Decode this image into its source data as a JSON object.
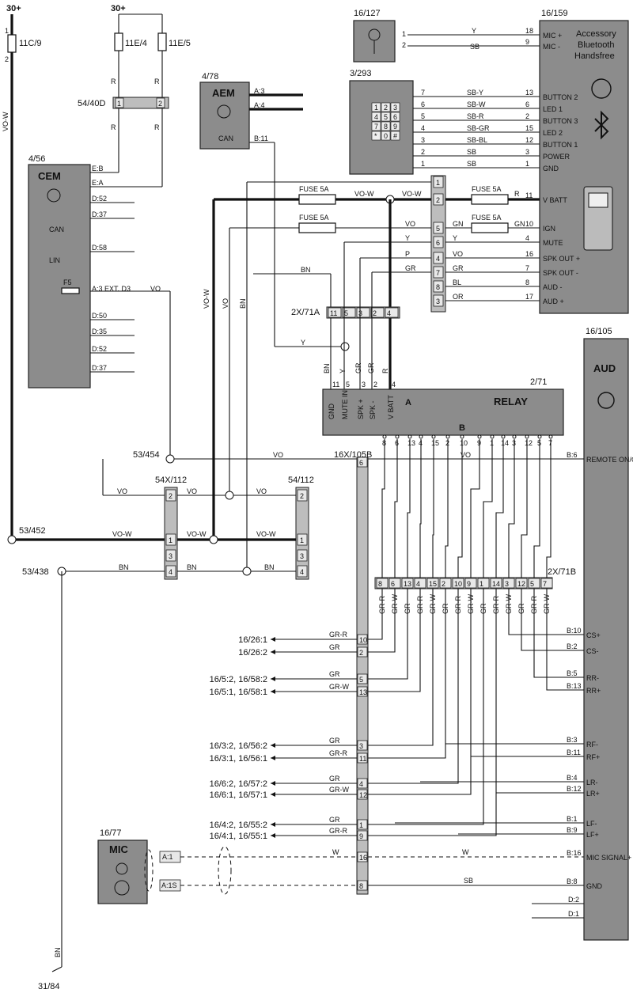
{
  "supply": {
    "left": "30+",
    "mid": "30+"
  },
  "fuses_top": {
    "f1": "11C/9",
    "f2": "11E/4",
    "f3": "11E/5",
    "p1": "1",
    "p2": "2"
  },
  "labels_wire": {
    "vow": "VO-W",
    "r": "R",
    "vo": "VO",
    "bn": "BN",
    "y": "Y",
    "sb": "SB",
    "gr": "GR",
    "gn": "GN",
    "p": "P",
    "bl": "BL",
    "or": "OR",
    "w": "W",
    "grr": "GR-R",
    "grw": "GR-W"
  },
  "conn_54_40d": "54/40D",
  "cem": {
    "id": "4/56",
    "name": "CEM",
    "can": "CAN",
    "lin": "LIN",
    "f5": "F5",
    "ext": "A:3  EXT. D3",
    "pins": [
      "E:B",
      "E:A",
      "D:52",
      "D:37",
      "D:58",
      "D:50",
      "D:35",
      "D:52",
      "D:37"
    ]
  },
  "aem": {
    "id": "4/78",
    "name": "AEM",
    "can": "CAN",
    "pins": [
      "A:3",
      "A:4",
      "B:11"
    ]
  },
  "mic_top": {
    "id": "16/127",
    "pins": [
      "1",
      "2"
    ]
  },
  "keypad": {
    "id": "3/293",
    "keys": [
      "1",
      "2",
      "3",
      "4",
      "5",
      "6",
      "7",
      "8",
      "9",
      "*",
      "0",
      "#"
    ],
    "pins": [
      "7",
      "6",
      "5",
      "4",
      "3",
      "2",
      "1"
    ]
  },
  "handsfree": {
    "id": "16/159",
    "title1": "Accessory",
    "title2": "Bluetooth",
    "title3": "Handsfree",
    "pins": [
      "MIC +",
      "MIC -",
      "BUTTON 2",
      "LED 1",
      "BUTTON 3",
      "LED 2",
      "BUTTON 1",
      "POWER",
      "GND",
      "V BATT",
      "IGN",
      "MUTE",
      "SPK OUT +",
      "SPK OUT -",
      "AUD -",
      "AUD +"
    ],
    "nums": [
      "18",
      "9",
      "13",
      "6",
      "2",
      "15",
      "12",
      "3",
      "1",
      "11",
      "10",
      "4",
      "16",
      "7",
      "8",
      "17"
    ]
  },
  "kp_wires": [
    "SB-Y",
    "SB-W",
    "SB-R",
    "SB-GR",
    "SB-BL",
    "SB",
    "SB"
  ],
  "fuse5a": "FUSE 5A",
  "conn_col": [
    "1",
    "2",
    "5",
    "6",
    "4",
    "7",
    "8",
    "3"
  ],
  "c2x71a": {
    "id": "2X/71A",
    "pins": [
      "11",
      "5",
      "3",
      "2",
      "4"
    ]
  },
  "relay": {
    "id": "2/71",
    "name": "RELAY",
    "a": "A",
    "b": "B",
    "top": [
      "GND",
      "MUTE IN",
      "SPK +",
      "SPK -",
      "V BATT"
    ],
    "topnums": [
      "11",
      "5",
      "3",
      "2",
      "4"
    ],
    "bot": [
      "8",
      "6",
      "13",
      "4",
      "15",
      "2",
      "10",
      "9",
      "1",
      "14",
      "3",
      "12",
      "5",
      "7"
    ]
  },
  "aud": {
    "id": "16/105",
    "name": "AUD",
    "pins": [
      "B:6",
      "REMOTE ON/OFF+",
      "B:10",
      "CS+",
      "B:2",
      "CS-",
      "B:5",
      "RR-",
      "B:13",
      "RR+",
      "B:3",
      "RF-",
      "B:11",
      "RF+",
      "B:4",
      "LR-",
      "B:12",
      "LR+",
      "B:1",
      "LF-",
      "B:9",
      "LF+",
      "B:16",
      "MIC SIGNAL+",
      "B:8",
      "GND",
      "D:2",
      "D:1"
    ]
  },
  "c16x105b": {
    "id": "16X/105B",
    "pins": [
      "6",
      "10",
      "2",
      "5",
      "13",
      "3",
      "11",
      "4",
      "12",
      "1",
      "9",
      "16",
      "8"
    ]
  },
  "c2x71b": {
    "id": "2X/71B",
    "pins": [
      "8",
      "6",
      "13",
      "4",
      "15",
      "2",
      "10",
      "9",
      "1",
      "14",
      "3",
      "12",
      "5",
      "7"
    ]
  },
  "splices": {
    "s1": "53/454",
    "s2": "53/452",
    "s3": "53/438",
    "g": "31/84"
  },
  "c54x112": {
    "id": "54X/112",
    "pins": [
      "2",
      "1",
      "3",
      "4"
    ]
  },
  "c54_112": {
    "id": "54/112",
    "pins": [
      "2",
      "1",
      "3",
      "4"
    ]
  },
  "speakers": [
    "16/26:1",
    "16/26:2",
    "16/5:2, 16/58:2",
    "16/5:1, 16/58:1",
    "16/3:2, 16/56:2",
    "16/3:1, 16/56:1",
    "16/6:2, 16/57:2",
    "16/6:1, 16/57:1",
    "16/4:2, 16/55:2",
    "16/4:1, 16/55:1"
  ],
  "mic_bot": {
    "id": "16/77",
    "name": "MIC",
    "pins": [
      "A:1",
      "A:1S"
    ]
  }
}
